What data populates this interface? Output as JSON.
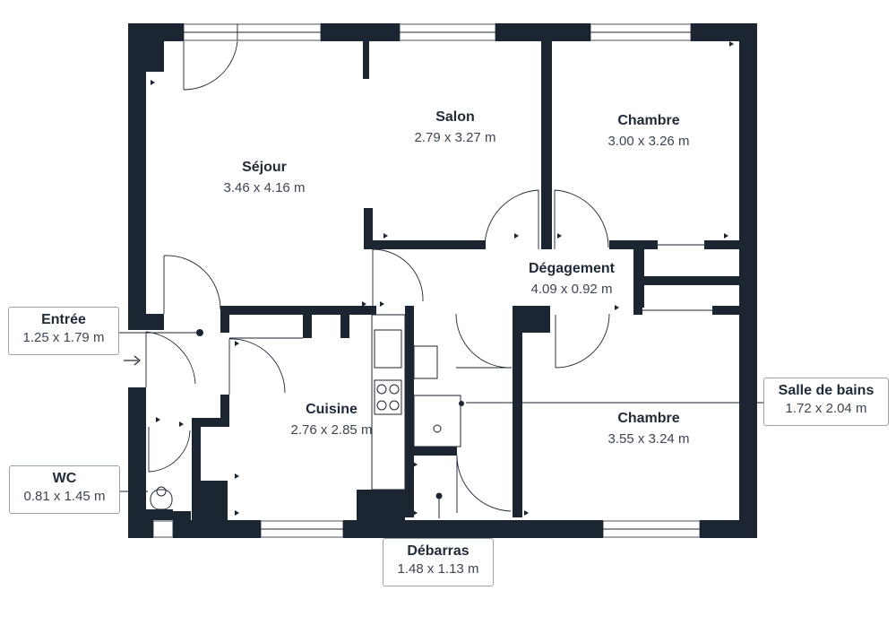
{
  "rooms": {
    "sejour": {
      "name": "Séjour",
      "dim": "3.46 x 4.16 m"
    },
    "salon": {
      "name": "Salon",
      "dim": "2.79 x 3.27 m"
    },
    "chambre1": {
      "name": "Chambre",
      "dim": "3.00 x 3.26 m"
    },
    "degagement": {
      "name": "Dégagement",
      "dim": "4.09 x 0.92 m"
    },
    "cuisine": {
      "name": "Cuisine",
      "dim": "2.76 x 2.85 m"
    },
    "chambre2": {
      "name": "Chambre",
      "dim": "3.55 x 3.24 m"
    }
  },
  "callouts": {
    "entree": {
      "name": "Entrée",
      "dim": "1.25 x 1.79 m"
    },
    "wc": {
      "name": "WC",
      "dim": "0.81 x 1.45 m"
    },
    "salle_de_bains": {
      "name": "Salle de bains",
      "dim": "1.72 x 2.04 m"
    },
    "debarras": {
      "name": "Débarras",
      "dim": "1.48 x 1.13 m"
    }
  },
  "colors": {
    "wall": "#1c2532",
    "label": "#1f2a37",
    "callout_border": "#9aa3ad"
  },
  "icons": [
    "entry-arrow-icon",
    "light-point-icon",
    "sink-icon",
    "stove-icon",
    "shower-icon",
    "toilet-icon"
  ]
}
